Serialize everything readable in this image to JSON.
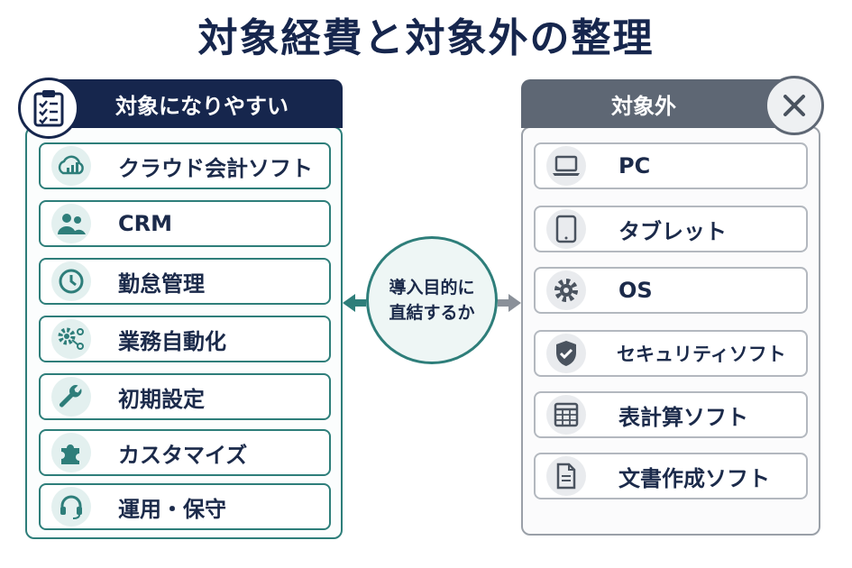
{
  "title": "対象経費と対象外の整理",
  "left": {
    "header": "対象になりやすい",
    "header_icon": "clipboard-checklist-icon",
    "accent_color": "#16264d",
    "border_color": "#2e7e7a",
    "items": [
      {
        "label": "クラウド会計ソフト",
        "icon": "cloud-chart-icon"
      },
      {
        "label": "CRM",
        "icon": "users-icon"
      },
      {
        "label": "勤怠管理",
        "icon": "clock-icon"
      },
      {
        "label": "業務自動化",
        "icon": "gears-icon"
      },
      {
        "label": "初期設定",
        "icon": "wrench-icon"
      },
      {
        "label": "カスタマイズ",
        "icon": "puzzle-icon"
      },
      {
        "label": "運用・保守",
        "icon": "headset-icon"
      }
    ]
  },
  "center": {
    "line1": "導入目的に",
    "line2": "直結するか"
  },
  "right": {
    "header": "対象外",
    "header_icon": "x-icon",
    "accent_color": "#5e6774",
    "items": [
      {
        "label": "PC",
        "icon": "laptop-icon"
      },
      {
        "label": "タブレット",
        "icon": "tablet-icon"
      },
      {
        "label": "OS",
        "icon": "gear-icon"
      },
      {
        "label": "セキュリティソフト",
        "icon": "shield-check-icon"
      },
      {
        "label": "表計算ソフト",
        "icon": "spreadsheet-icon"
      },
      {
        "label": "文書作成ソフト",
        "icon": "document-icon"
      }
    ]
  }
}
